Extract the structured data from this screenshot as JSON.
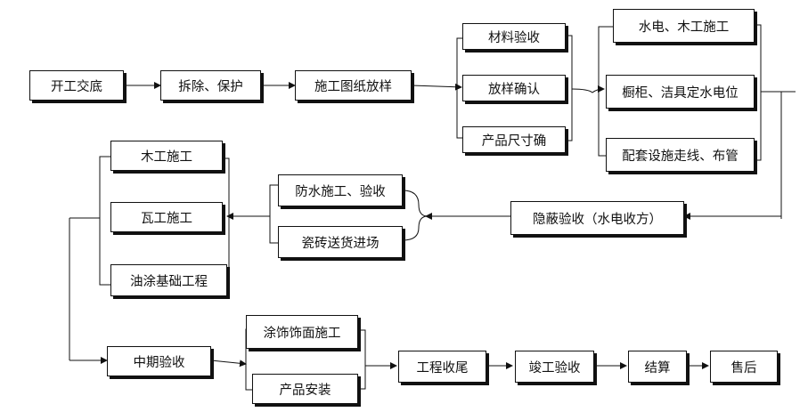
{
  "flowchart": {
    "row1": {
      "kaigong": "开工交底",
      "chaichu": "拆除、保护",
      "shigongtu": "施工图纸放样",
      "cailiao": "材料验收",
      "fangyang": "放样确认",
      "chanpinchicun": "产品尺寸确",
      "shuidian_mugong": "水电、木工施工",
      "chugui": "橱柜、洁具定水电位",
      "peitao": "配套设施走线、布管"
    },
    "row2": {
      "yinbi": "隐蔽验收（水电收方）",
      "fangshui": "防水施工、验收",
      "cizhuan": "瓷砖送货进场",
      "mugong": "木工施工",
      "wagong": "瓦工施工",
      "youtu": "油涂基础工程"
    },
    "row3": {
      "zhongqi": "中期验收",
      "tushi": "涂饰饰面施工",
      "chanpinanzhuang": "产品安装",
      "shouwei": "工程收尾",
      "jungong": "竣工验收",
      "jiesuan": "结算",
      "shouhou": "售后"
    }
  }
}
